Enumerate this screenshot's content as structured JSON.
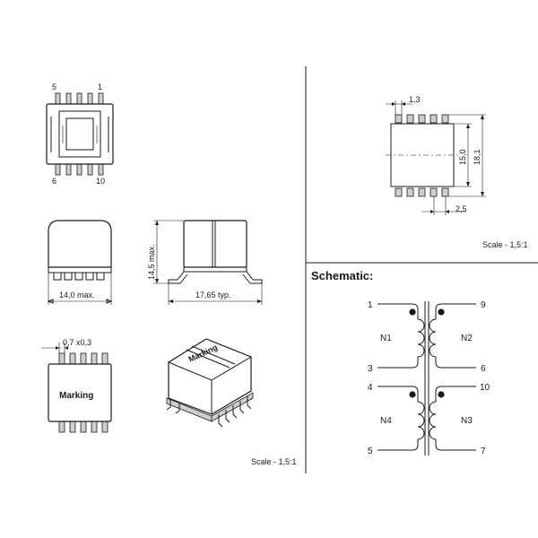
{
  "package_views": {
    "top_view": {
      "pin_top_left": "5",
      "pin_top_right": "1",
      "pin_bottom_left": "6",
      "pin_bottom_right": "10"
    },
    "front_view": {
      "width_label": "14,0  max."
    },
    "side_view": {
      "height_label": "14,5  max.",
      "length_label": "17,65  typ."
    },
    "bottom_view": {
      "pitch_label": "0,7  x0,3",
      "marking_label": "Marking"
    },
    "iso_view": {
      "marking_label": "Marking"
    },
    "scale_label": "Scale - 1,5:1"
  },
  "footprint": {
    "pad_width_label": "1,3",
    "inner_height_label": "15,0",
    "outer_height_label": "18,1",
    "pitch_label": "2,5",
    "scale_label": "Scale - 1,5:1"
  },
  "schematic": {
    "title": "Schematic:",
    "pins": {
      "p1": "1",
      "p3": "3",
      "p4": "4",
      "p5": "5",
      "p9": "9",
      "p6": "6",
      "p10": "10",
      "p7": "7"
    },
    "windings": {
      "n1": "N1",
      "n2": "N2",
      "n3": "N3",
      "n4": "N4"
    }
  }
}
